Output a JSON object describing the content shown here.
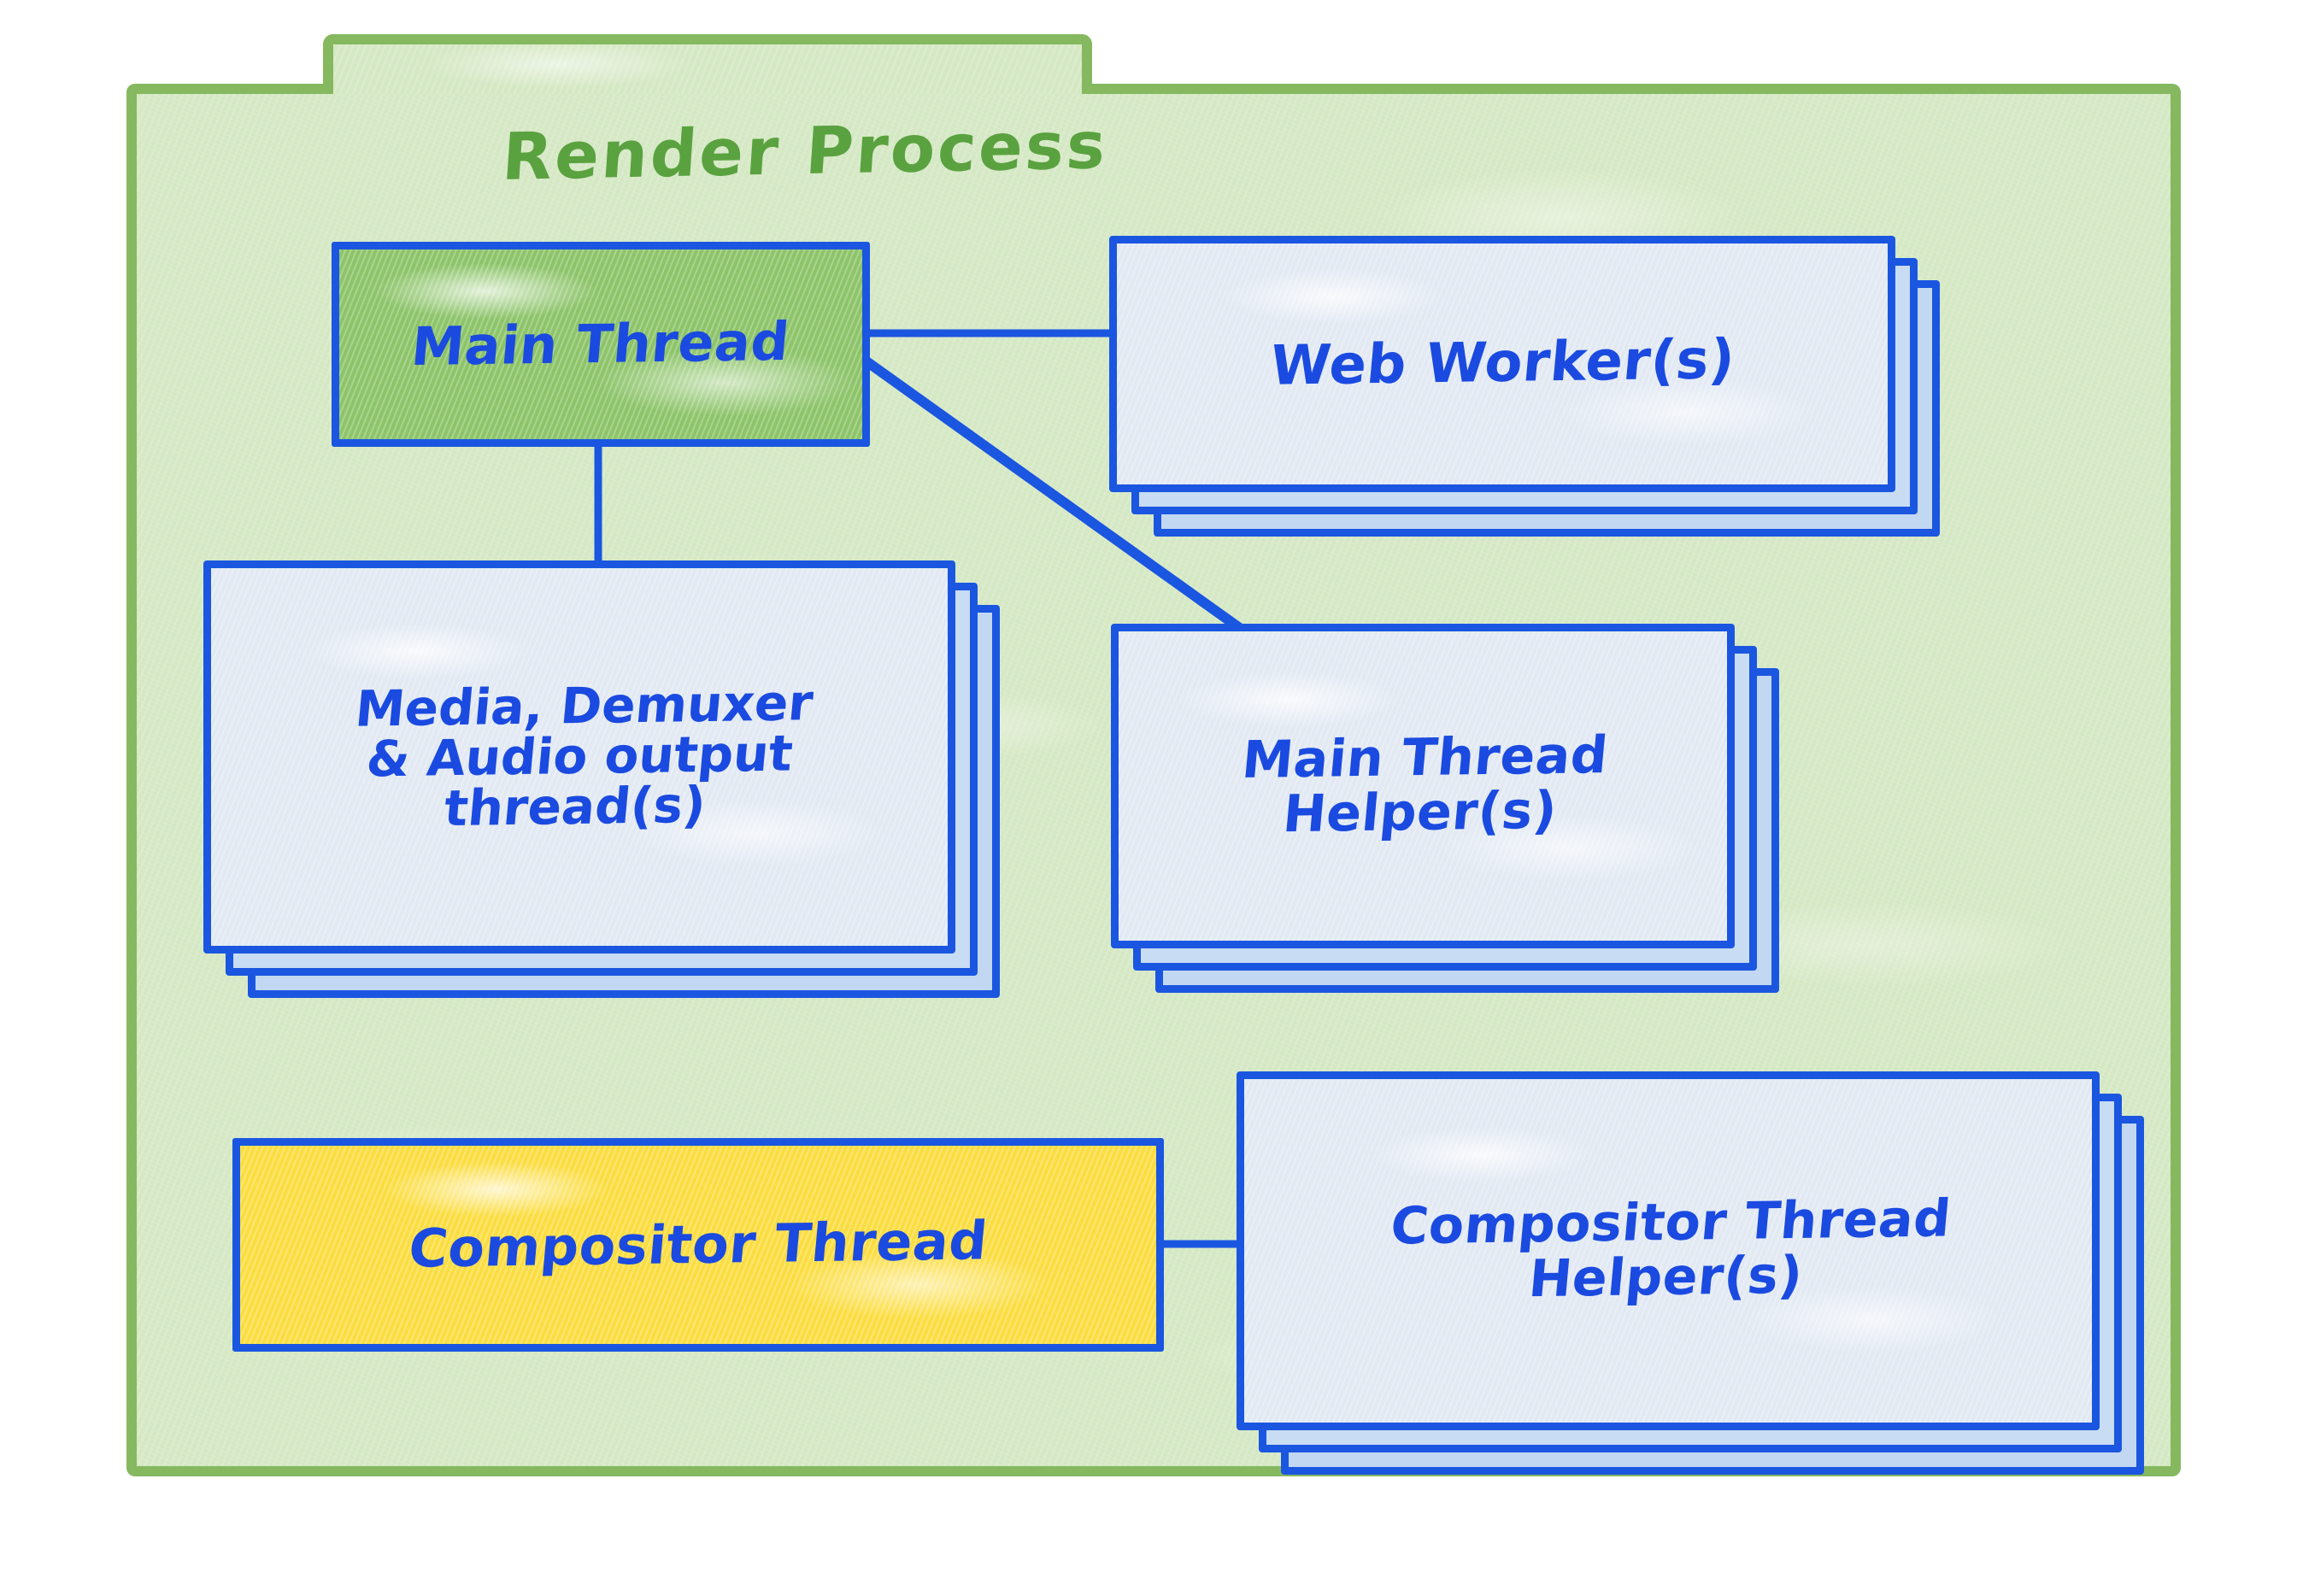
{
  "diagram": {
    "title": "Render Process",
    "title_color": "#5aa240",
    "frame_fill": "#d5e8c4",
    "frame_border": "#86b860",
    "node_border_color": "#1a56e0",
    "node_text_color": "#1a4ae0",
    "card_front_fill": "#e2e9f3",
    "card_back_fill": "#c5d9f0",
    "highlight_green": "#8dc46a",
    "highlight_yellow": "#fbdd42",
    "nodes": [
      {
        "id": "main-thread",
        "label": "Main Thread",
        "fill": "#8dc46a",
        "stacked": false
      },
      {
        "id": "web-worker",
        "label": "Web Worker(s)",
        "fill": "#e2e9f3",
        "stacked": true,
        "stack_count": 3
      },
      {
        "id": "media-demuxer-audio",
        "label": "Media, Demuxer\n& Audio output\nthread(s)",
        "fill": "#e2e9f3",
        "stacked": true,
        "stack_count": 3
      },
      {
        "id": "main-thread-helper",
        "label": "Main Thread\nHelper(s)",
        "fill": "#e2e9f3",
        "stacked": true,
        "stack_count": 3
      },
      {
        "id": "compositor-thread",
        "label": "Compositor Thread",
        "fill": "#fbdd42",
        "stacked": false
      },
      {
        "id": "compositor-thread-helper",
        "label": "Compositor Thread\nHelper(s)",
        "fill": "#e2e9f3",
        "stacked": true,
        "stack_count": 3
      }
    ],
    "connectors": [
      {
        "id": "main-thread-to-web-worker",
        "from": "main-thread",
        "to": "web-worker",
        "kind": "horizontal"
      },
      {
        "id": "main-thread-to-media",
        "from": "main-thread",
        "to": "media-demuxer-audio",
        "kind": "vertical"
      },
      {
        "id": "main-thread-to-main-thread-helper",
        "from": "main-thread",
        "to": "main-thread-helper",
        "kind": "diagonal"
      },
      {
        "id": "compositor-to-compositor-helper",
        "from": "compositor-thread",
        "to": "compositor-thread-helper",
        "kind": "horizontal"
      }
    ]
  }
}
